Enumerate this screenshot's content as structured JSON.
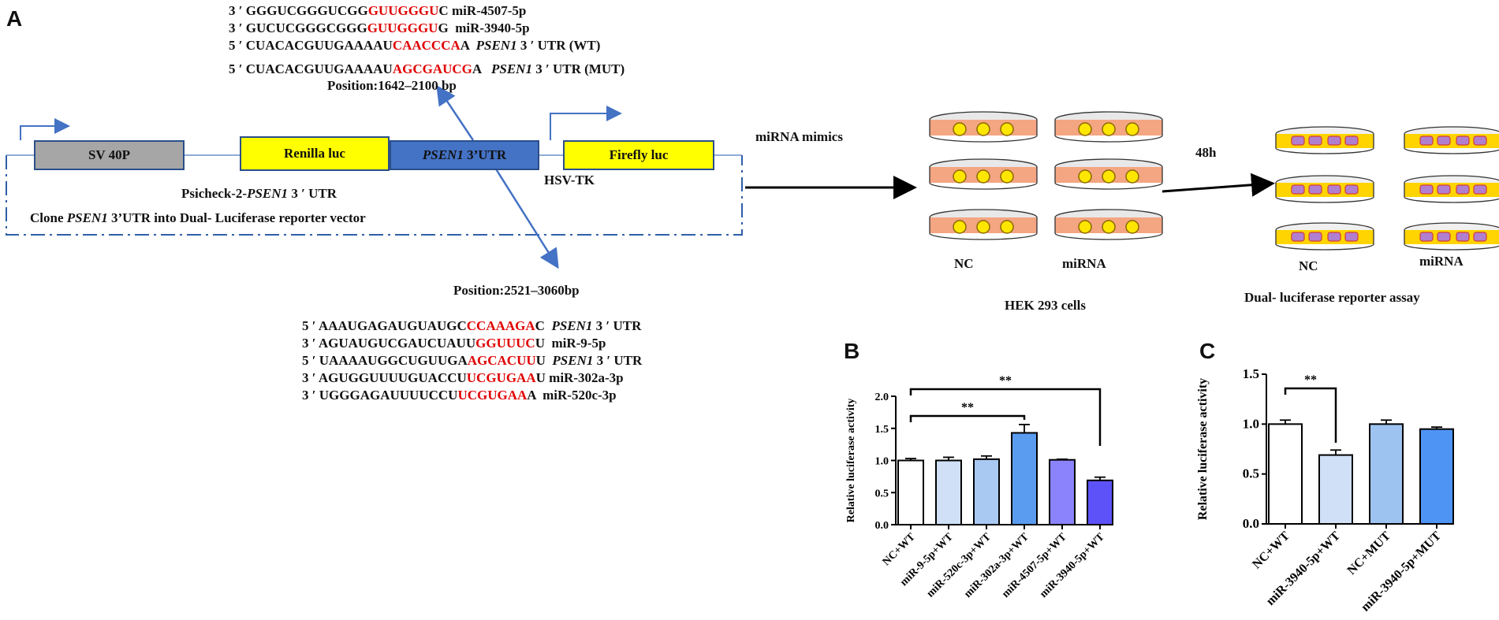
{
  "panels": {
    "a": "A",
    "b": "B",
    "c": "C"
  },
  "top_sequences": [
    {
      "pre": "3 ′ GGGUCGGGUCGG",
      "hl": "GUUGGGU",
      "post": "C",
      "gap": " ",
      "tail": "miR-4507-5p",
      "tail_italic": ""
    },
    {
      "pre": "3 ′ GUCUCGGGCGGG",
      "hl": "GUUGGGU",
      "post": "G",
      "gap": "  ",
      "tail": "miR-3940-5p",
      "tail_italic": ""
    },
    {
      "pre": "5 ′ CUACACGUUGAAAAU",
      "hl": "CAACCCA",
      "post": "A",
      "gap": "  ",
      "tail_italic": "PSEN1",
      "tail": " 3 ′ UTR (WT)"
    },
    {
      "pre": "5 ′ CUACACGUUGAAAAU",
      "hl": "AGCGAUCG",
      "post": "A",
      "gap": "   ",
      "tail_italic": "PSEN1",
      "tail": " 3 ′ UTR (MUT)"
    }
  ],
  "bottom_sequences": [
    {
      "pre": "5 ′ AAAUGAGAUGUAUGC",
      "hl": "CCAAAGA",
      "post": "C",
      "gap": "  ",
      "tail_italic": "PSEN1",
      "tail": " 3 ′ UTR"
    },
    {
      "pre": "3 ′ AGUAUGUCGAUCUAUU",
      "hl": "GGUUUC",
      "post": "U",
      "gap": "  ",
      "tail_italic": "",
      "tail": "miR-9-5p"
    },
    {
      "pre": "5 ′ UAAAAUGGCUGUUGA",
      "hl": "AGCACUU",
      "post": "U",
      "gap": "  ",
      "tail_italic": "PSEN1",
      "tail": " 3 ′ UTR"
    },
    {
      "pre": "3 ′ AGUGGUUUUGUACCU",
      "hl": "UCGUGAA",
      "post": "U",
      "gap": " ",
      "tail_italic": "",
      "tail": "miR-302a-3p"
    },
    {
      "pre": "3 ′ UGGGAGAUUUUCCU",
      "hl": "UCGUGAA",
      "post": "A",
      "gap": "  ",
      "tail_italic": "",
      "tail": "miR-520c-3p"
    }
  ],
  "positions": {
    "top": "Position:1642–2100 bp",
    "bottom": "Position:2521–3060bp"
  },
  "vector": {
    "sv40": "SV 40P",
    "renilla": "Renilla luc",
    "psen1_italic": "PSEN1",
    "psen1_rest": " 3’UTR",
    "firefly": "Firefly luc",
    "hsv": "HSV-TK",
    "psicheck_pre": "Psicheck-2-",
    "psicheck_italic": "PSEN1",
    "psicheck_post": " 3 ′ UTR",
    "clone_pre": "Clone ",
    "clone_italic": "PSEN1",
    "clone_post": " 3’UTR into Dual- Luciferase reporter vector"
  },
  "workflow": {
    "mimics": "miRNA mimics",
    "time": "48h",
    "nc_left": "NC",
    "mirna_left": "miRNA",
    "cells": "HEK 293 cells",
    "nc_right": "NC",
    "mirna_right": "miRNA",
    "assay": "Dual- luciferase reporter assay"
  },
  "colors": {
    "red": "#e00000",
    "yellow": "#ffff00",
    "blue": "#4472c4",
    "gray": "#a6a6a6",
    "dish": "#f4a582",
    "well": "#ffd400"
  },
  "chart_data": [
    {
      "type": "bar",
      "panel": "B",
      "ylabel": "Relative luciferase activity",
      "ylim": [
        0,
        2.0
      ],
      "yticks": [
        "0.0",
        "0.5",
        "1.0",
        "1.5",
        "2.0"
      ],
      "categories": [
        "NC+WT",
        "miR-9-5p+WT",
        "miR-520c-3p+WT",
        "miR-302a-3p+WT",
        "miR-4507-5p+WT",
        "miR-3940-5p+WT"
      ],
      "values": [
        1.0,
        1.0,
        1.02,
        1.43,
        1.01,
        0.69
      ],
      "errors": [
        0.03,
        0.05,
        0.05,
        0.13,
        0.01,
        0.05
      ],
      "colors": [
        "#ffffff",
        "#cfe0f7",
        "#a9c9f2",
        "#5a9cf0",
        "#8b83fb",
        "#5d52f7"
      ],
      "significance": [
        {
          "from": 0,
          "to": 5,
          "label": "**"
        },
        {
          "from": 0,
          "to": 3,
          "label": "**"
        }
      ]
    },
    {
      "type": "bar",
      "panel": "C",
      "ylabel": "Relative luciferase activity",
      "ylim": [
        0,
        1.5
      ],
      "yticks": [
        "0.0",
        "0.5",
        "1.0",
        "1.5"
      ],
      "categories": [
        "NC+WT",
        "miR-3940-5p+WT",
        "NC+MUT",
        "miR-3940-5p+MUT"
      ],
      "values": [
        1.0,
        0.69,
        1.0,
        0.95
      ],
      "errors": [
        0.04,
        0.05,
        0.04,
        0.02
      ],
      "colors": [
        "#ffffff",
        "#cfe0f7",
        "#9dc3f0",
        "#4d94f5"
      ],
      "significance": [
        {
          "from": 0,
          "to": 1,
          "label": "**"
        }
      ]
    }
  ]
}
